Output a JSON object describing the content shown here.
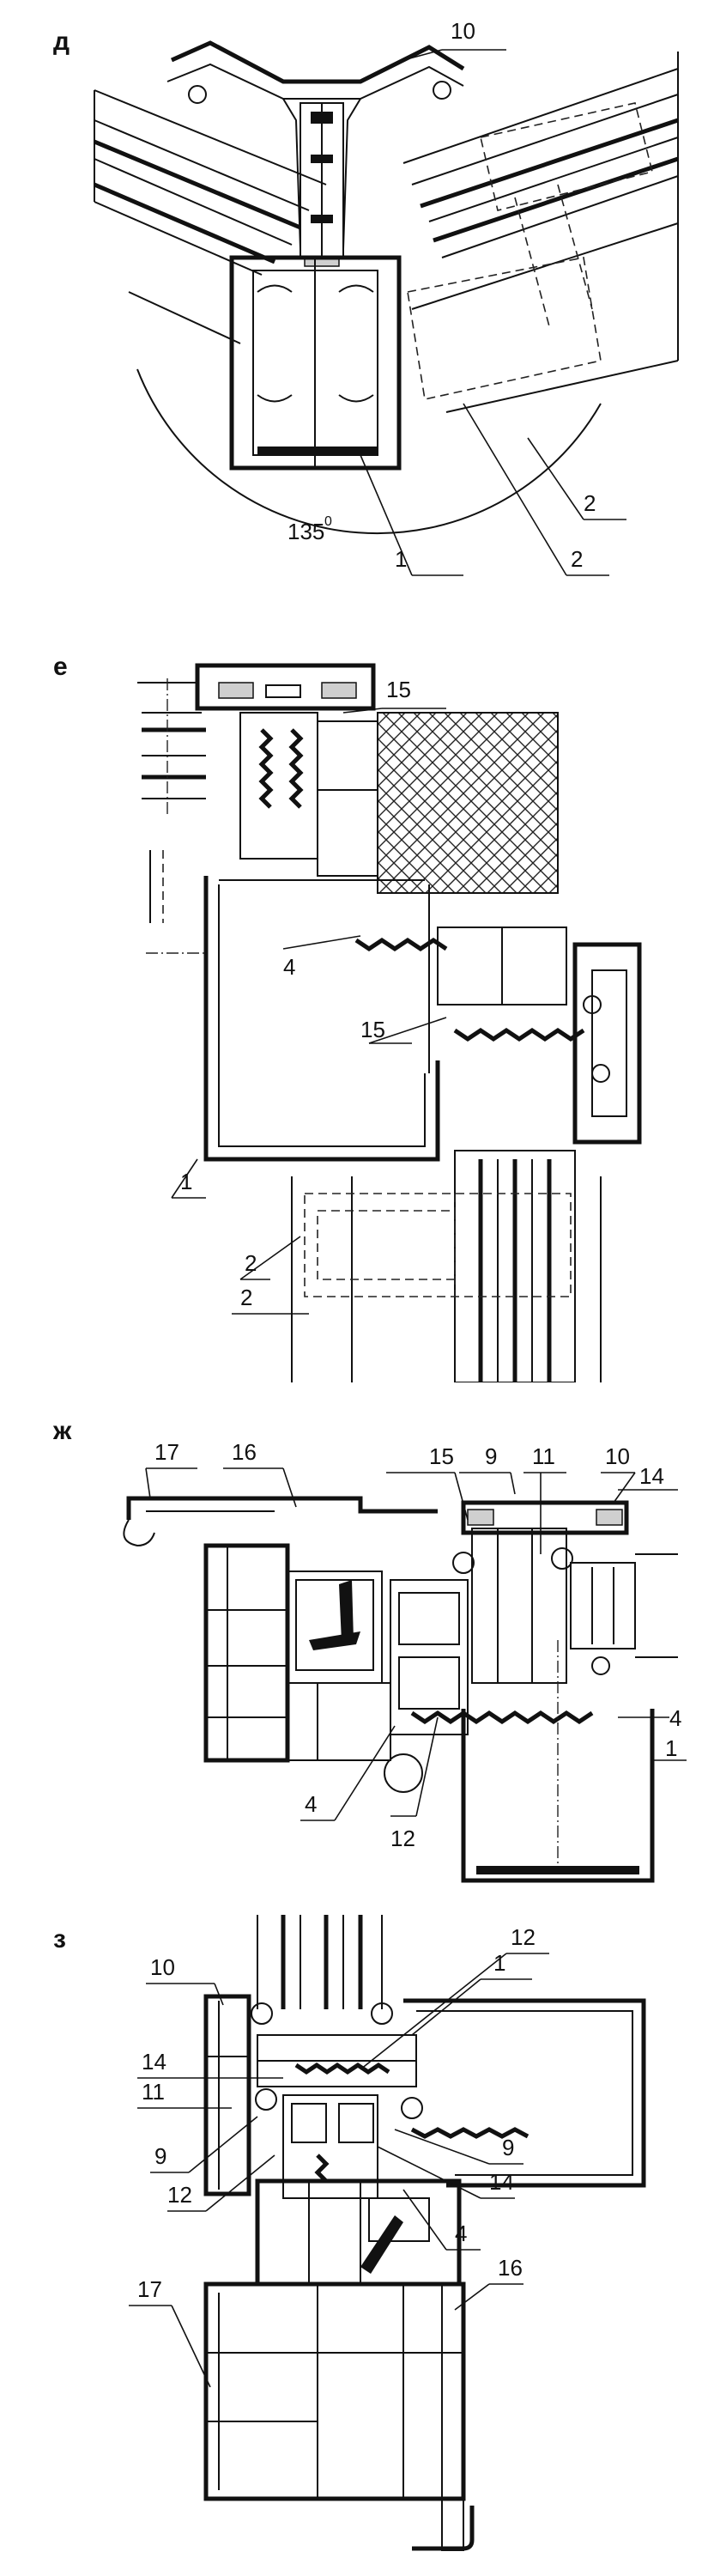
{
  "panels": {
    "d": {
      "letter": "д",
      "angle_label": "135",
      "angle_unit": "0",
      "callouts": {
        "c10": "10",
        "c1": "1",
        "c2a": "2",
        "c2b": "2"
      }
    },
    "e": {
      "letter": "е",
      "callouts": {
        "c15a": "15",
        "c4": "4",
        "c15b": "15",
        "c1": "1",
        "c2a": "2",
        "c2b": "2"
      }
    },
    "zh": {
      "letter": "ж",
      "callouts": {
        "c17": "17",
        "c16": "16",
        "c15": "15",
        "c9": "9",
        "c11": "11",
        "c10": "10",
        "c14": "14",
        "c4a": "4",
        "c1": "1",
        "c4b": "4",
        "c12": "12"
      }
    },
    "z": {
      "letter": "з",
      "callouts": {
        "c10": "10",
        "c12a": "12",
        "c1": "1",
        "c14a": "14",
        "c11": "11",
        "c9a": "9",
        "c9b": "9",
        "c14b": "14",
        "c12b": "12",
        "c4": "4",
        "c16": "16",
        "c17": "17"
      }
    }
  }
}
